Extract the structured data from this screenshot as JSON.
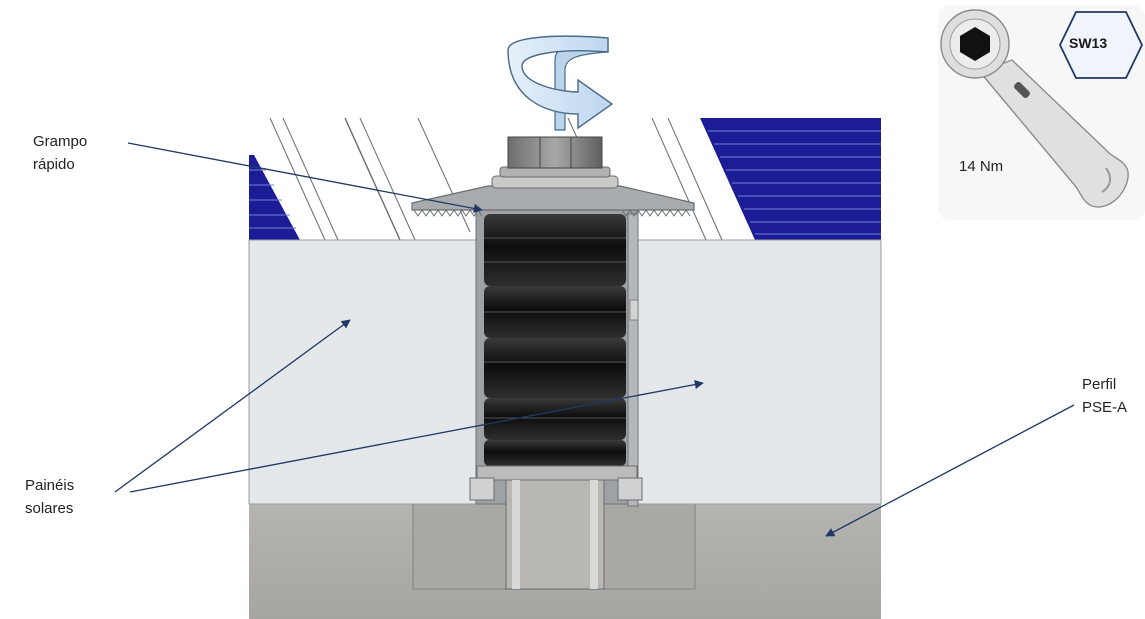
{
  "labels": {
    "clamp": {
      "line1": "Grampo",
      "line2": "rápido"
    },
    "panels": {
      "line1": "Painéis",
      "line2": "solares"
    },
    "profile": {
      "line1": "Perfil",
      "line2": "PSE-A"
    },
    "torque": "14 Nm",
    "wrench_size": "SW13"
  },
  "icons": {
    "rotation": "rotation-arrow-icon",
    "wrench": "ratchet-wrench-icon",
    "hex": "hexagon-badge-icon"
  },
  "colors": {
    "arrow_line": "#1f3864",
    "panel_face": "#e4e8ea",
    "rail": "#aeadaa",
    "solar_cell": "#1c1c96",
    "rubber": "#1e1e1e",
    "clamp_metal": "#a9acaf",
    "rotation_arrow": "#cfe3f3"
  }
}
